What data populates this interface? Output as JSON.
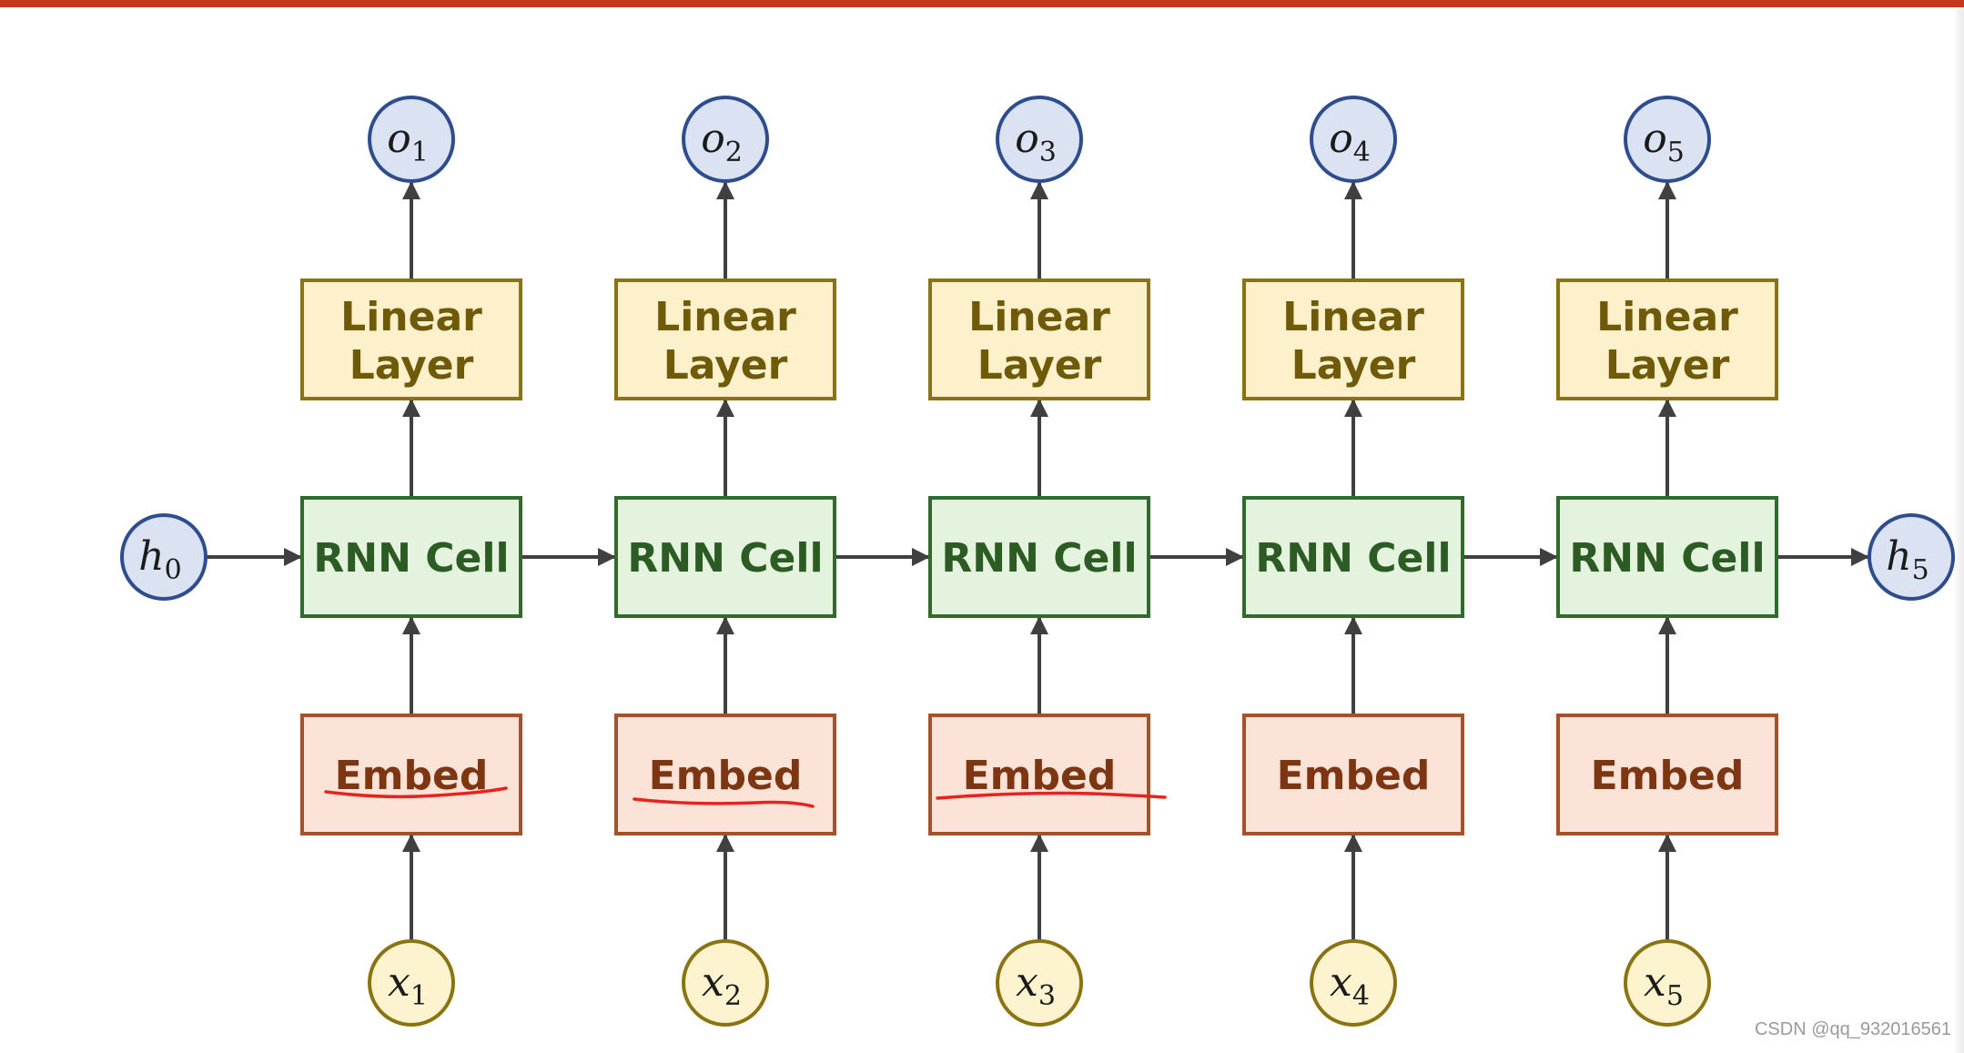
{
  "labels": {
    "linear": [
      "Linear",
      "Layer"
    ],
    "rnn": "RNN Cell",
    "embed": "Embed"
  },
  "outputs": [
    {
      "base": "o",
      "sub": "1"
    },
    {
      "base": "o",
      "sub": "2"
    },
    {
      "base": "o",
      "sub": "3"
    },
    {
      "base": "o",
      "sub": "4"
    },
    {
      "base": "o",
      "sub": "5"
    }
  ],
  "inputs": [
    {
      "base": "x",
      "sub": "1"
    },
    {
      "base": "x",
      "sub": "2"
    },
    {
      "base": "x",
      "sub": "3"
    },
    {
      "base": "x",
      "sub": "4"
    },
    {
      "base": "x",
      "sub": "5"
    }
  ],
  "hidden_start": {
    "base": "h",
    "sub": "0"
  },
  "hidden_end": {
    "base": "h",
    "sub": "5"
  },
  "underlined_embeds": [
    0,
    1,
    2
  ],
  "watermark": "CSDN @qq_932016561",
  "colors": {
    "linear_fill": "#fdf1cc",
    "linear_stroke": "#8a7411",
    "linear_text": "#6e5a08",
    "rnn_fill": "#e3f3de",
    "rnn_stroke": "#2f6b2b",
    "rnn_text": "#2c5b24",
    "embed_fill": "#fbe3d8",
    "embed_stroke": "#a5522b",
    "embed_text": "#7d3512",
    "node_blue_fill": "#dbe3f3",
    "node_blue_stroke": "#2e4d8f",
    "node_yellow_fill": "#fdf3cf",
    "node_yellow_stroke": "#8a7411",
    "arrow": "#404040",
    "highlight": "#e8231f",
    "top_bar": "#c4381f"
  }
}
